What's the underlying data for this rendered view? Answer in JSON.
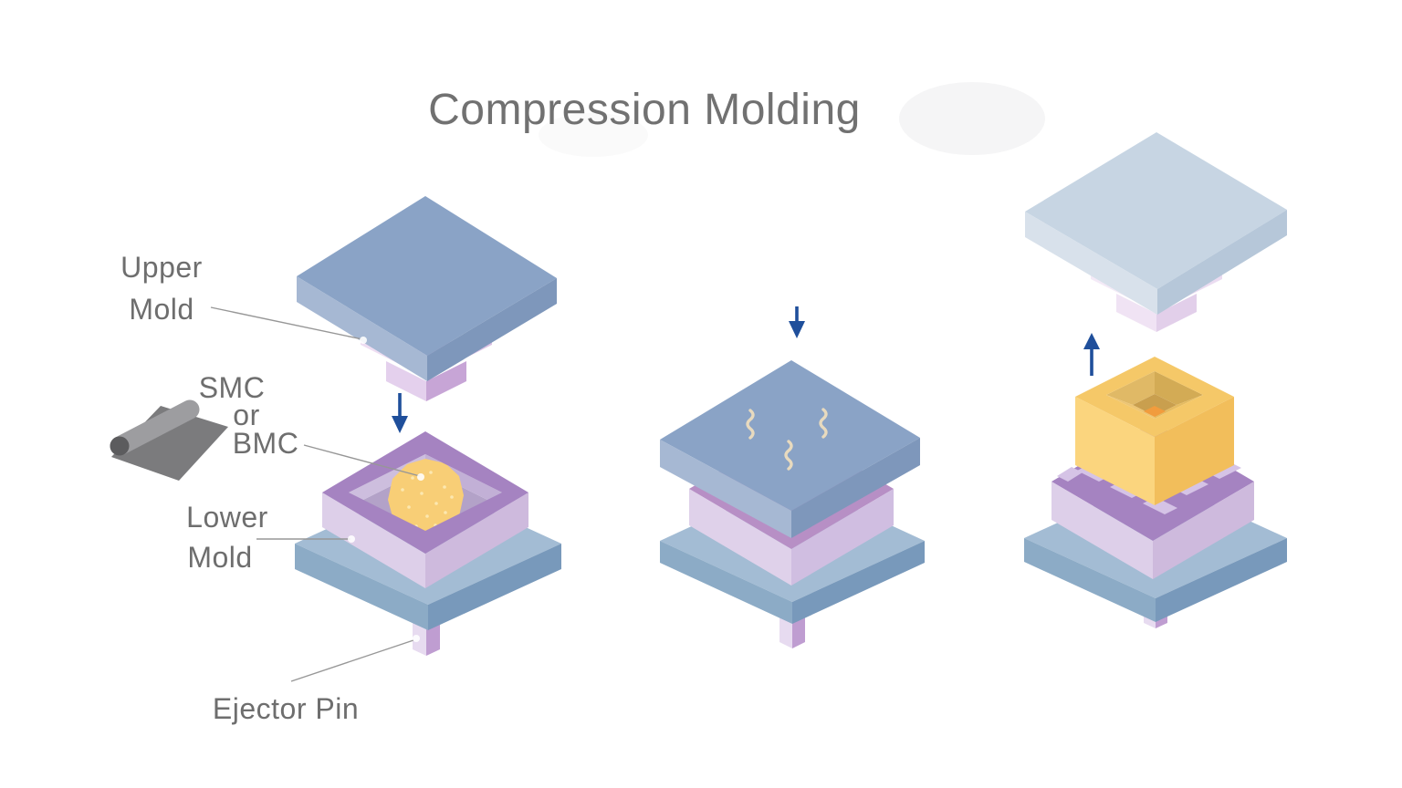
{
  "title": "Compression Molding",
  "annotations": {
    "upper_mold": {
      "lines": [
        "Upper",
        "Mold"
      ]
    },
    "material": {
      "lines": [
        "SMC",
        "or",
        "BMC"
      ]
    },
    "lower_mold": {
      "lines": [
        "Lower",
        "Mold"
      ]
    },
    "ejector_pin": {
      "label": "Ejector Pin"
    }
  },
  "stages": [
    {
      "id": "stage-1-charge-loaded",
      "elements": [
        "upper-mold-icon",
        "smc-roll-icon",
        "material-charge-icon",
        "lower-mold-icon",
        "ejector-pin-icon"
      ],
      "arrow": "down"
    },
    {
      "id": "stage-2-mold-closed-heated",
      "elements": [
        "closed-mold-icon",
        "heat-wave-icon"
      ],
      "arrow": "down"
    },
    {
      "id": "stage-3-part-ejected",
      "elements": [
        "upper-mold-retracted-icon",
        "molded-part-icon",
        "lower-mold-icon",
        "ejector-pin-icon"
      ],
      "arrow": "up"
    }
  ],
  "palette": {
    "plate_blue_top": "#8AA3C6",
    "plate_blue_light": "#A6B8D3",
    "plate_blue_dark": "#7E97BB",
    "plate_faded_top": "#C7D5E3",
    "base_blue_top": "#A3BCD4",
    "rim_purple": "#A583C1",
    "body_lavender": "#DDCFE9",
    "pin_lavender": "#BF9DD1",
    "charge_yellow": "#F8CE76",
    "part_yellow": "#F5C868",
    "part_orange_accent": "#F19C3D",
    "arrow_navy": "#1F4F9B",
    "heat_cream": "#E8DABE",
    "roll_gray": "#7B7B7D",
    "label_gray": "#6E6E6E"
  }
}
